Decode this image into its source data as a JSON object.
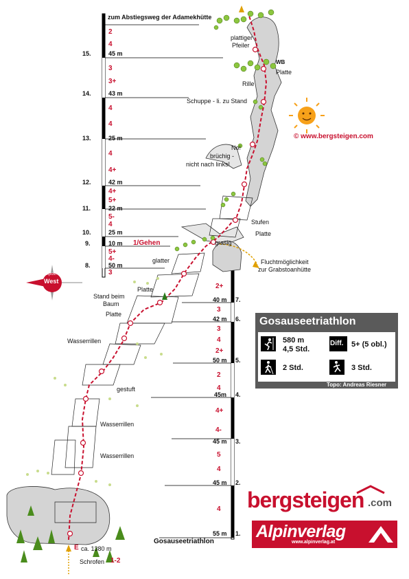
{
  "route_name": "Gosauseetriathlon",
  "info": {
    "title": "Gosauseetriathlon",
    "length": "580 m",
    "climb_time": "4,5 Std.",
    "diff_label": "Diff.",
    "difficulty": "5+ (5 obl.)",
    "approach_time": "2 Std.",
    "descent_time": "3 Std.",
    "credit": "Topo: Andreas Riesner"
  },
  "copyright": "©  www.bergsteigen.com",
  "compass": {
    "label1": "Expos.",
    "label2": "West"
  },
  "logos": {
    "bergsteigen_part1": "bergsteigen",
    "bergsteigen_part2": ".com",
    "alpinverlag": "Alpinverlag",
    "alpinverlag_url": "www.alpinverlag.at"
  },
  "left_bar": {
    "top_label": "zum Abstiegsweg der Adamekhütte",
    "pitches": [
      {
        "num": "15.",
        "len": "45 m",
        "grades": [
          "2",
          "4"
        ]
      },
      {
        "num": "14.",
        "len": "43 m",
        "grades": [
          "3",
          "3+"
        ]
      },
      {
        "num": "13.",
        "len": "25 m",
        "grades": [
          "4",
          "4"
        ]
      },
      {
        "num": "12.",
        "len": "42 m",
        "grades": [
          "4",
          "4+"
        ]
      },
      {
        "num": "11.",
        "len": "22 m",
        "grades": [
          "4+",
          "5+"
        ]
      },
      {
        "num": "10.",
        "len": "25 m",
        "grades": [
          "5-",
          "4"
        ]
      },
      {
        "num": "9.",
        "len": "10 m",
        "grades": [
          "1/Gehen"
        ]
      },
      {
        "num": "8.",
        "len": "50 m",
        "grades": [
          "5+",
          "4-",
          "3"
        ]
      }
    ]
  },
  "right_bar": {
    "pitches": [
      {
        "num": "7.",
        "len": "40 m",
        "grades": [
          "2+"
        ]
      },
      {
        "num": "6.",
        "len": "42 m",
        "grades": [
          "3"
        ]
      },
      {
        "num": "5.",
        "len": "50 m",
        "grades": [
          "3",
          "4",
          "2+"
        ]
      },
      {
        "num": "4.",
        "len": "45m",
        "grades": [
          "2",
          "4"
        ]
      },
      {
        "num": "3.",
        "len": "45 m",
        "grades": [
          "4+",
          "4-"
        ]
      },
      {
        "num": "2.",
        "len": "45 m",
        "grades": [
          "5",
          "4"
        ]
      },
      {
        "num": "1.",
        "len": "55 m",
        "grades": [
          "4"
        ]
      }
    ]
  },
  "labels": {
    "plattiger": "plattiger",
    "pfeiler": "Pfeiler",
    "wb": "WB",
    "platte_top": "Platte",
    "rille": "Rille",
    "schuppe": "Schuppe - li. zu Stand",
    "no": "No!",
    "bruechig": "brüchig -",
    "nicht_links": "nicht nach links!",
    "stufen": "Stufen",
    "platte_mid": "Platte",
    "grasig": "grasig",
    "glatter": "glatter",
    "flucht1": "Fluchtmöglichkeit",
    "flucht2": "zur Grabstoanhütte",
    "platte_low": "Platte",
    "stand_beim": "Stand beim",
    "baum": "Baum",
    "platte_low2": "Platte",
    "wasserrillen1": "Wasserrillen",
    "gestuft": "gestuft",
    "wasserrillen2": "Wasserrillen",
    "wasserrillen3": "Wasserrillen",
    "e": "E",
    "e_height": "ca. 1380 m",
    "schrofen": "Schrofen",
    "schrofen_grade": "1-2",
    "bottom_name": "Gosauseetriathlon"
  }
}
